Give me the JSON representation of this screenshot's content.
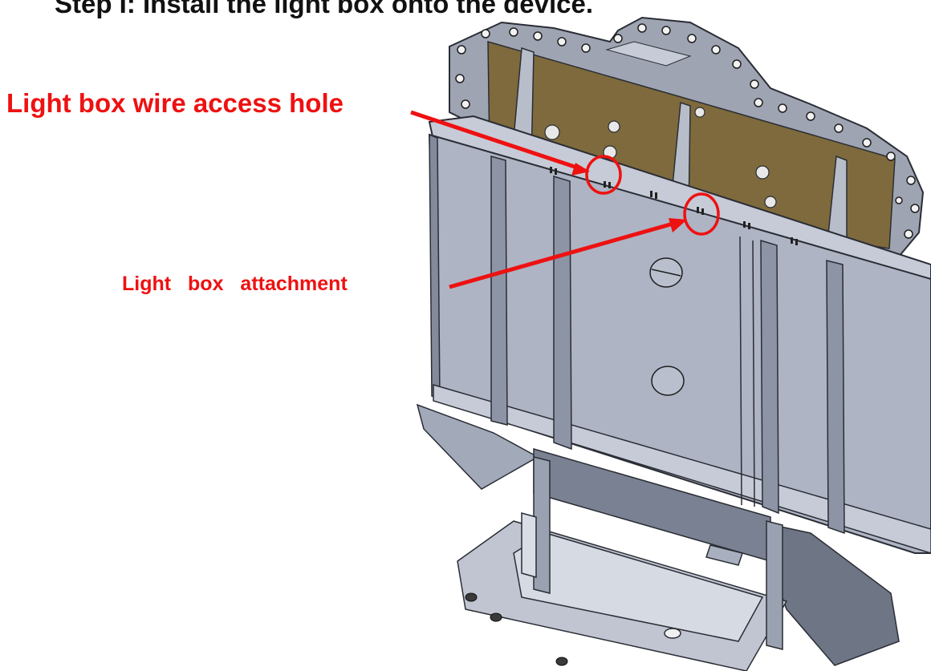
{
  "title": "Step I: Install the light box onto the device.",
  "callouts": {
    "wire_hole_label": "Light box wire access hole",
    "attachment_label": "Light box attachment"
  },
  "colors": {
    "callout": "#ee1111",
    "panel_face": "#aeb4c4",
    "panel_dark": "#838a9c",
    "panel_light": "#c6cbd7",
    "back_plate": "#7e6a3c",
    "edge": "#2a2d35",
    "bolt": "#d7b64a"
  },
  "figure": {
    "type": "cad-isometric",
    "subject": "light box mounting frame on wheeled base"
  }
}
